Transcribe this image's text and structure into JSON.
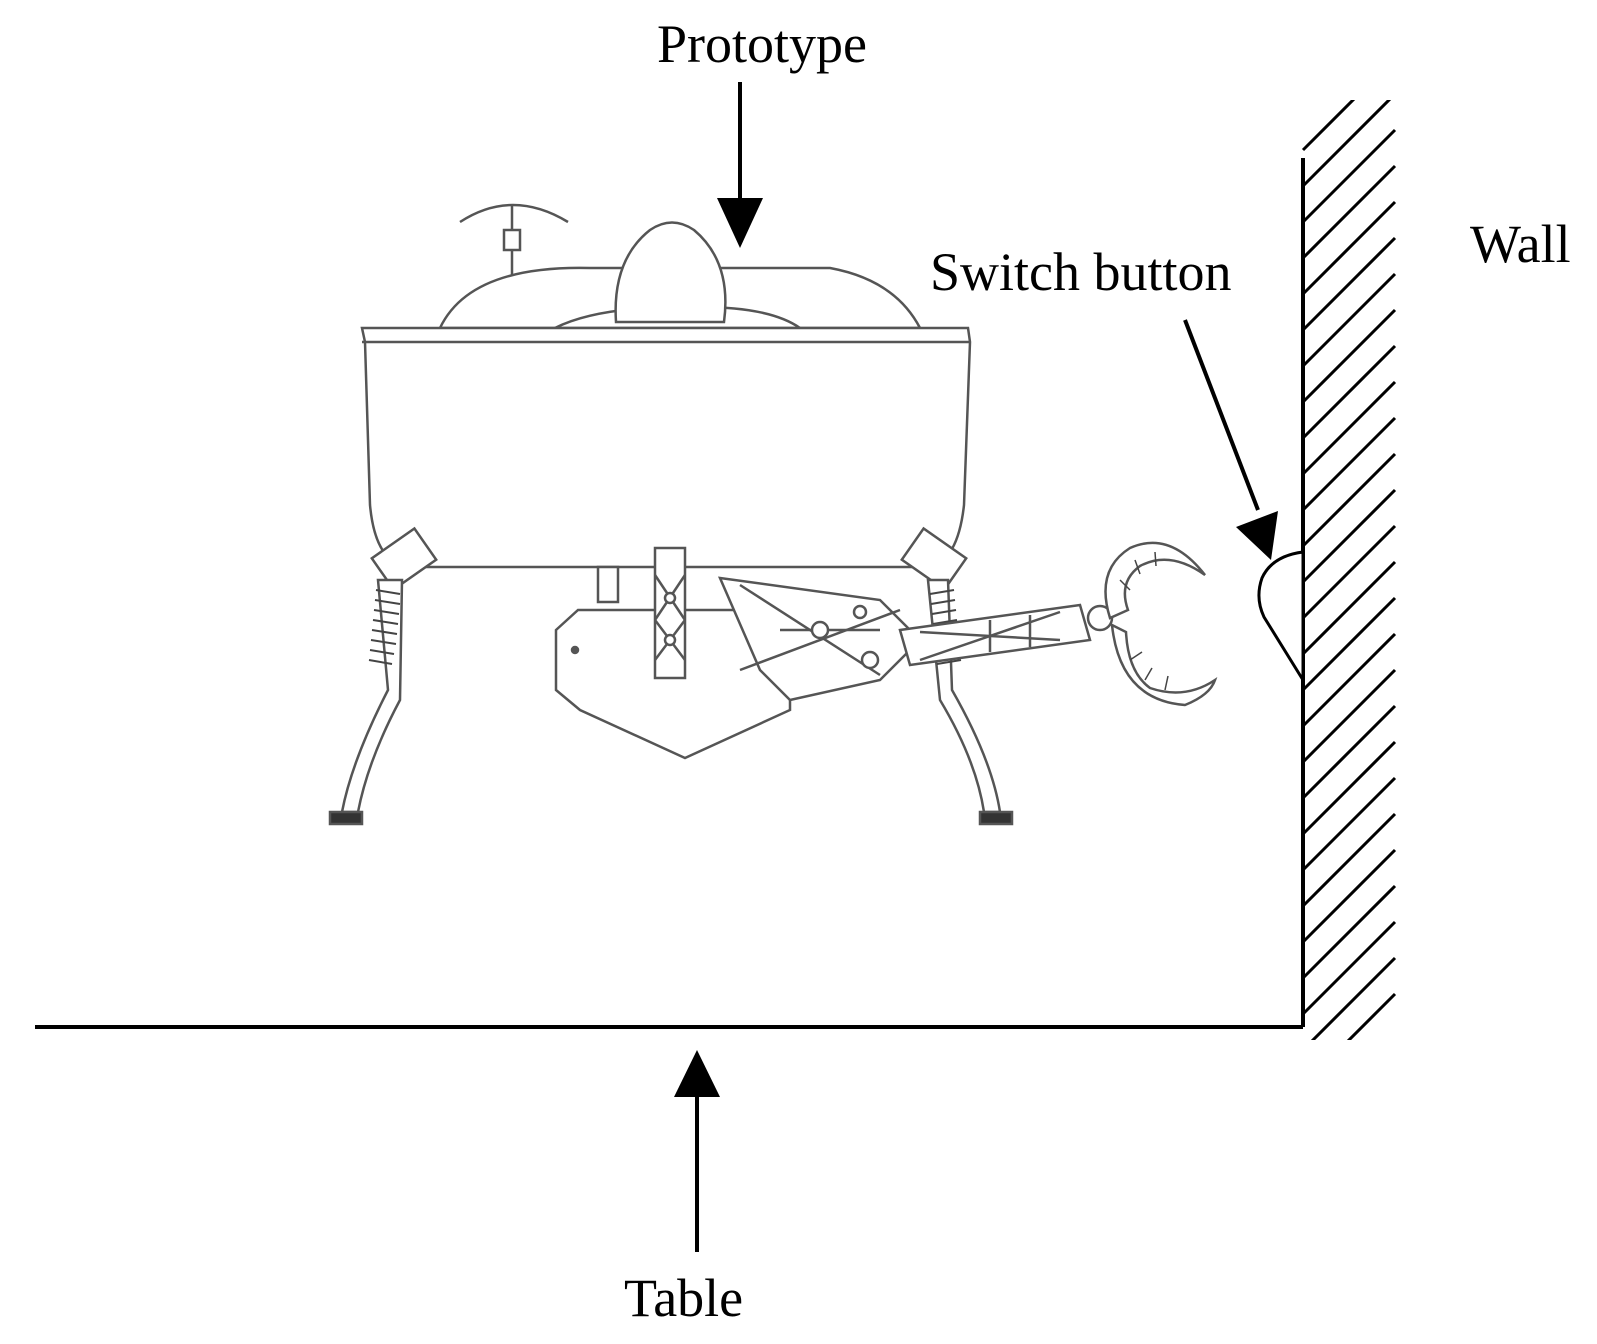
{
  "labels": {
    "prototype": "Prototype",
    "wall": "Wall",
    "switch_button": "Switch button",
    "table": "Table"
  },
  "colors": {
    "ink": "#000000",
    "drawing": "#555555",
    "background": "#ffffff"
  }
}
